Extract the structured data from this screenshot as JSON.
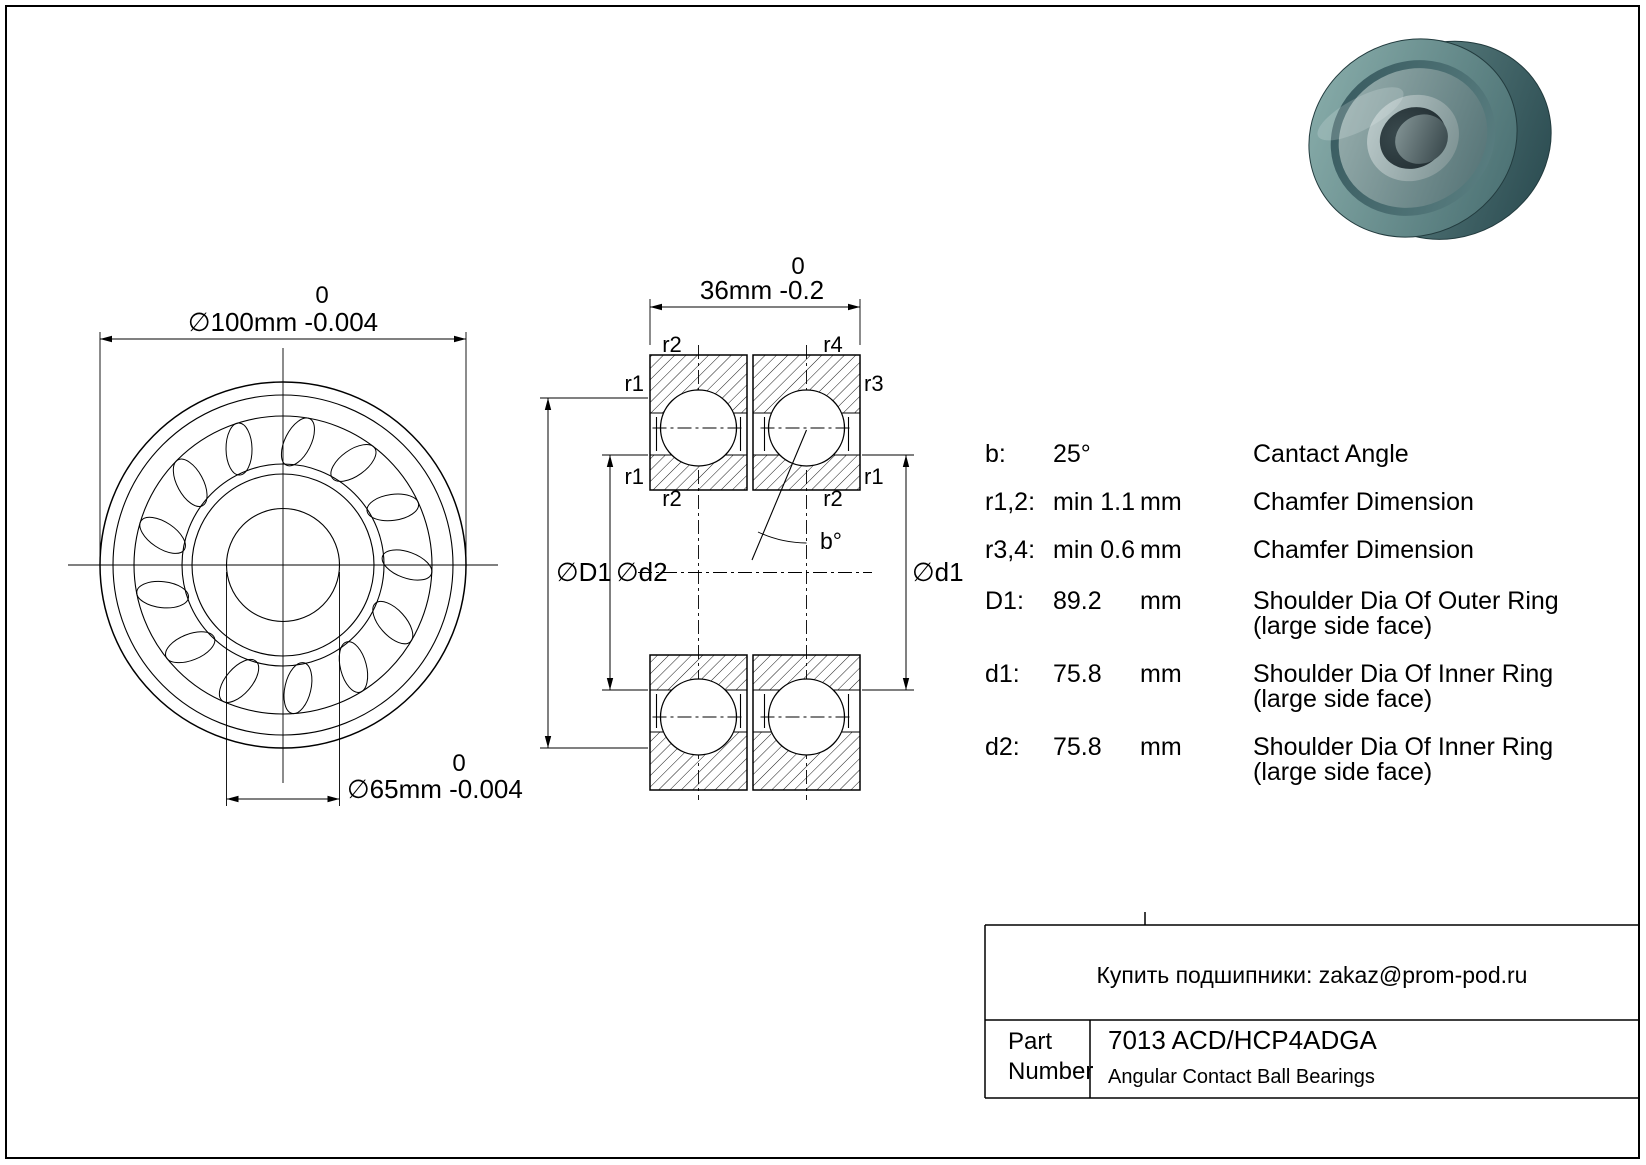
{
  "front_view": {
    "outer_dim": {
      "upper_tol": "0",
      "label": "∅100mm -0.004"
    },
    "bore_dim": {
      "upper_tol": "0",
      "label": "∅65mm -0.004"
    }
  },
  "section_view": {
    "width_dim": {
      "upper_tol": "0",
      "label": "36mm -0.2"
    },
    "labels": {
      "r2_top": "r2",
      "r4_top": "r4",
      "r1_upper_left": "r1",
      "r3_upper_right": "r3",
      "r1_lower_left": "r1",
      "r1_lower_right": "r1",
      "r2_bottom_left": "r2",
      "r2_bottom_right": "r2",
      "angle": "b°",
      "D1": "∅D1",
      "d2": "∅d2",
      "d1": "∅d1"
    }
  },
  "specs": {
    "rows": [
      {
        "key": "b:",
        "value": "25°",
        "unit": "",
        "desc1": "Cantact Angle",
        "desc2": ""
      },
      {
        "key": "r1,2:",
        "value": "min 1.1",
        "unit": "mm",
        "desc1": "Chamfer Dimension",
        "desc2": ""
      },
      {
        "key": "r3,4:",
        "value": "min 0.6",
        "unit": "mm",
        "desc1": "Chamfer Dimension",
        "desc2": ""
      },
      {
        "key": "D1:",
        "value": "89.2",
        "unit": "mm",
        "desc1": "Shoulder Dia Of Outer Ring",
        "desc2": "(large side face)"
      },
      {
        "key": "d1:",
        "value": "75.8",
        "unit": "mm",
        "desc1": "Shoulder Dia Of Inner Ring",
        "desc2": "(large side face)"
      },
      {
        "key": "d2:",
        "value": "75.8",
        "unit": "mm",
        "desc1": "Shoulder Dia Of Inner Ring",
        "desc2": "(large side face)"
      }
    ]
  },
  "title_block": {
    "contact": "Купить подшипники: zakaz@prom-pod.ru",
    "part_label_line1": "Part",
    "part_label_line2": "Number",
    "part_number": "7013 ACD/HCP4ADGA",
    "bearing_type": "Angular Contact Ball Bearings"
  },
  "render3d": {
    "primary_teal": "#4f7578",
    "metal_gray": "#93a8a9",
    "bore_dark": "#253135"
  }
}
